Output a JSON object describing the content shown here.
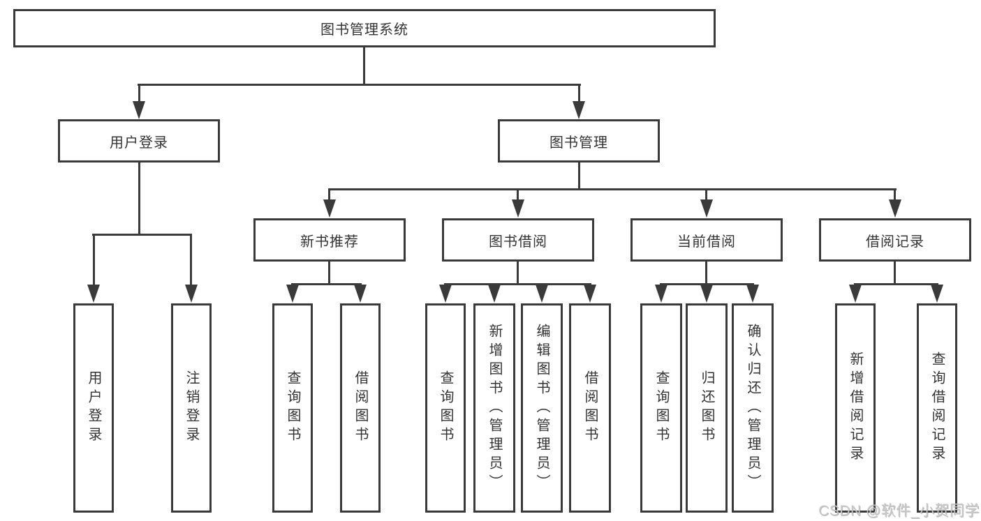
{
  "diagram": {
    "root": {
      "label": "图书管理系统"
    },
    "level2": [
      {
        "label": "用户登录"
      },
      {
        "label": "图书管理"
      }
    ],
    "level3": [
      {
        "label": "新书推荐",
        "parent": "图书管理"
      },
      {
        "label": "图书借阅",
        "parent": "图书管理"
      },
      {
        "label": "当前借阅",
        "parent": "图书管理"
      },
      {
        "label": "借阅记录",
        "parent": "图书管理"
      }
    ],
    "leaves": [
      {
        "label": "用户登录",
        "parent": "用户登录"
      },
      {
        "label": "注销登录",
        "parent": "用户登录"
      },
      {
        "label": "查询图书",
        "parent": "新书推荐"
      },
      {
        "label": "借阅图书",
        "parent": "新书推荐"
      },
      {
        "label": "查询图书",
        "parent": "图书借阅"
      },
      {
        "label": "新增图书（管理员）",
        "parent": "图书借阅"
      },
      {
        "label": "编辑图书（管理员）",
        "parent": "图书借阅"
      },
      {
        "label": "借阅图书",
        "parent": "图书借阅"
      },
      {
        "label": "查询图书",
        "parent": "当前借阅"
      },
      {
        "label": "归还图书",
        "parent": "当前借阅"
      },
      {
        "label": "确认归还（管理员）",
        "parent": "当前借阅"
      },
      {
        "label": "新增借阅记录",
        "parent": "借阅记录"
      },
      {
        "label": "查询借阅记录",
        "parent": "借阅记录"
      }
    ]
  },
  "watermark": {
    "text": "CSDN @软件_小贺同学"
  },
  "colors": {
    "line": "#3a3a3a",
    "text": "#333333",
    "box_background": "#ffffff",
    "page_background": "#ffffff",
    "watermark": "#c9c9c9"
  }
}
